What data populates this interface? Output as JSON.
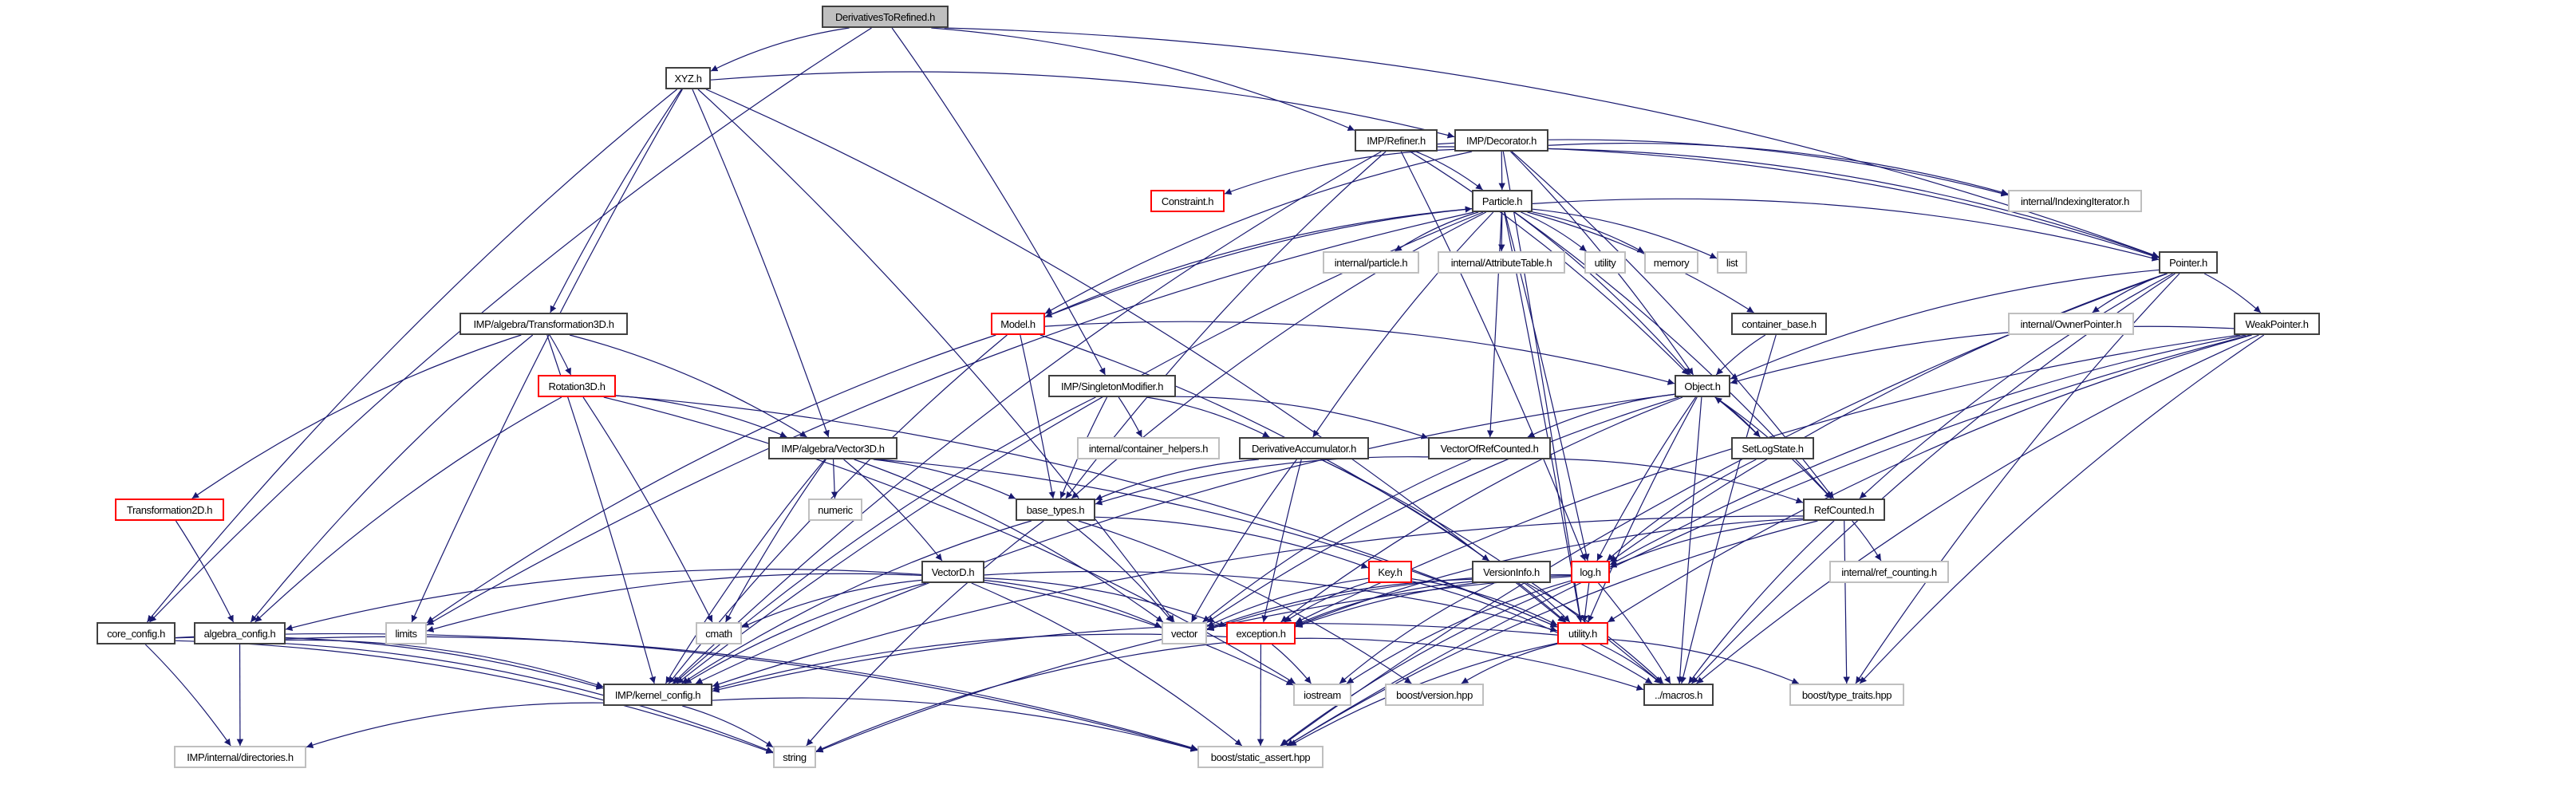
{
  "graph_title": "DerivativesToRefined.h",
  "colors": {
    "edge": "#191970",
    "main_fill": "#bfbfbf",
    "missing_border": "#ff0000",
    "external_border": "#bfbfbf"
  },
  "nodes": [
    {
      "id": "main",
      "label": "DerivativesToRefined.h",
      "kind": "main"
    },
    {
      "id": "xyz",
      "label": "XYZ.h",
      "kind": "normal"
    },
    {
      "id": "refiner",
      "label": "IMP/Refiner.h",
      "kind": "normal"
    },
    {
      "id": "decorator",
      "label": "IMP/Decorator.h",
      "kind": "normal"
    },
    {
      "id": "constraint",
      "label": "Constraint.h",
      "kind": "red"
    },
    {
      "id": "particle",
      "label": "Particle.h",
      "kind": "normal"
    },
    {
      "id": "indexing",
      "label": "internal/IndexingIterator.h",
      "kind": "external"
    },
    {
      "id": "int_particle",
      "label": "internal/particle.h",
      "kind": "external"
    },
    {
      "id": "attrtable",
      "label": "internal/AttributeTable.h",
      "kind": "external"
    },
    {
      "id": "utility_std",
      "label": "utility",
      "kind": "external"
    },
    {
      "id": "memory",
      "label": "memory",
      "kind": "external"
    },
    {
      "id": "list",
      "label": "list",
      "kind": "external"
    },
    {
      "id": "pointer",
      "label": "Pointer.h",
      "kind": "normal"
    },
    {
      "id": "transformation3d",
      "label": "IMP/algebra/Transformation3D.h",
      "kind": "normal"
    },
    {
      "id": "model",
      "label": "Model.h",
      "kind": "red"
    },
    {
      "id": "container_base",
      "label": "container_base.h",
      "kind": "normal"
    },
    {
      "id": "ownerpointer",
      "label": "internal/OwnerPointer.h",
      "kind": "external"
    },
    {
      "id": "weakpointer",
      "label": "WeakPointer.h",
      "kind": "normal"
    },
    {
      "id": "rotation3d",
      "label": "Rotation3D.h",
      "kind": "red"
    },
    {
      "id": "singletonmod",
      "label": "IMP/SingletonModifier.h",
      "kind": "normal"
    },
    {
      "id": "object",
      "label": "Object.h",
      "kind": "normal"
    },
    {
      "id": "vector3d",
      "label": "IMP/algebra/Vector3D.h",
      "kind": "normal"
    },
    {
      "id": "container_helpers",
      "label": "internal/container_helpers.h",
      "kind": "external"
    },
    {
      "id": "derivacc",
      "label": "DerivativeAccumulator.h",
      "kind": "normal"
    },
    {
      "id": "vorc",
      "label": "VectorOfRefCounted.h",
      "kind": "normal"
    },
    {
      "id": "setlogstate",
      "label": "SetLogState.h",
      "kind": "normal"
    },
    {
      "id": "transformation2d",
      "label": "Transformation2D.h",
      "kind": "red"
    },
    {
      "id": "numeric",
      "label": "numeric",
      "kind": "external"
    },
    {
      "id": "base_types",
      "label": "base_types.h",
      "kind": "normal"
    },
    {
      "id": "refcounted",
      "label": "RefCounted.h",
      "kind": "normal"
    },
    {
      "id": "vectord",
      "label": "VectorD.h",
      "kind": "normal"
    },
    {
      "id": "key",
      "label": "Key.h",
      "kind": "red"
    },
    {
      "id": "versioninfo",
      "label": "VersionInfo.h",
      "kind": "normal"
    },
    {
      "id": "log",
      "label": "log.h",
      "kind": "red"
    },
    {
      "id": "ref_counting",
      "label": "internal/ref_counting.h",
      "kind": "external"
    },
    {
      "id": "core_config",
      "label": "core_config.h",
      "kind": "normal"
    },
    {
      "id": "algebra_config",
      "label": "algebra_config.h",
      "kind": "normal"
    },
    {
      "id": "limits",
      "label": "limits",
      "kind": "external"
    },
    {
      "id": "cmath",
      "label": "cmath",
      "kind": "external"
    },
    {
      "id": "vector",
      "label": "vector",
      "kind": "external"
    },
    {
      "id": "exception",
      "label": "exception.h",
      "kind": "red"
    },
    {
      "id": "utility_h",
      "label": "utility.h",
      "kind": "red"
    },
    {
      "id": "kernel_config",
      "label": "IMP/kernel_config.h",
      "kind": "normal"
    },
    {
      "id": "iostream",
      "label": "iostream",
      "kind": "external"
    },
    {
      "id": "boost_version",
      "label": "boost/version.hpp",
      "kind": "external"
    },
    {
      "id": "macros",
      "label": "../macros.h",
      "kind": "normal"
    },
    {
      "id": "type_traits",
      "label": "boost/type_traits.hpp",
      "kind": "external"
    },
    {
      "id": "directories",
      "label": "IMP/internal/directories.h",
      "kind": "external"
    },
    {
      "id": "string",
      "label": "string",
      "kind": "external"
    },
    {
      "id": "static_assert",
      "label": "boost/static_assert.hpp",
      "kind": "external"
    }
  ],
  "edges": [
    [
      "main",
      "xyz"
    ],
    [
      "main",
      "refiner"
    ],
    [
      "main",
      "pointer"
    ],
    [
      "main",
      "core_config"
    ],
    [
      "main",
      "singletonmod"
    ],
    [
      "xyz",
      "decorator"
    ],
    [
      "xyz",
      "transformation3d"
    ],
    [
      "xyz",
      "vector3d"
    ],
    [
      "xyz",
      "core_config"
    ],
    [
      "xyz",
      "limits"
    ],
    [
      "xyz",
      "vector"
    ],
    [
      "xyz",
      "utility_h"
    ],
    [
      "refiner",
      "particle"
    ],
    [
      "refiner",
      "object"
    ],
    [
      "refiner",
      "base_types"
    ],
    [
      "refiner",
      "kernel_config"
    ],
    [
      "refiner",
      "indexing"
    ],
    [
      "refiner",
      "pointer"
    ],
    [
      "refiner",
      "log"
    ],
    [
      "decorator",
      "particle"
    ],
    [
      "decorator",
      "constraint"
    ],
    [
      "decorator",
      "model"
    ],
    [
      "decorator",
      "object"
    ],
    [
      "decorator",
      "pointer"
    ],
    [
      "decorator",
      "indexing"
    ],
    [
      "decorator",
      "utility_h"
    ],
    [
      "decorator",
      "refcounted"
    ],
    [
      "particle",
      "int_particle"
    ],
    [
      "particle",
      "attrtable"
    ],
    [
      "particle",
      "utility_std"
    ],
    [
      "particle",
      "memory"
    ],
    [
      "particle",
      "list"
    ],
    [
      "particle",
      "model"
    ],
    [
      "particle",
      "object"
    ],
    [
      "particle",
      "pointer"
    ],
    [
      "particle",
      "container_base"
    ],
    [
      "particle",
      "base_types"
    ],
    [
      "particle",
      "derivacc"
    ],
    [
      "particle",
      "vorc"
    ],
    [
      "particle",
      "refcounted"
    ],
    [
      "particle",
      "kernel_config"
    ],
    [
      "particle",
      "log"
    ],
    [
      "particle",
      "utility_h"
    ],
    [
      "particle",
      "limits"
    ],
    [
      "model",
      "particle"
    ],
    [
      "model",
      "object"
    ],
    [
      "model",
      "base_types"
    ],
    [
      "model",
      "kernel_config"
    ],
    [
      "model",
      "versioninfo"
    ],
    [
      "model",
      "limits"
    ],
    [
      "pointer",
      "object"
    ],
    [
      "pointer",
      "ownerpointer"
    ],
    [
      "pointer",
      "weakpointer"
    ],
    [
      "pointer",
      "refcounted"
    ],
    [
      "pointer",
      "type_traits"
    ],
    [
      "pointer",
      "macros"
    ],
    [
      "pointer",
      "static_assert"
    ],
    [
      "pointer",
      "log"
    ],
    [
      "weakpointer",
      "object"
    ],
    [
      "weakpointer",
      "log"
    ],
    [
      "weakpointer",
      "utility_h"
    ],
    [
      "weakpointer",
      "exception"
    ],
    [
      "weakpointer",
      "macros"
    ],
    [
      "weakpointer",
      "type_traits"
    ],
    [
      "weakpointer",
      "static_assert"
    ],
    [
      "container_base",
      "object"
    ],
    [
      "container_base",
      "macros"
    ],
    [
      "object",
      "vorc"
    ],
    [
      "object",
      "refcounted"
    ],
    [
      "object",
      "setlogstate"
    ],
    [
      "object",
      "log"
    ],
    [
      "object",
      "exception"
    ],
    [
      "object",
      "vector"
    ],
    [
      "object",
      "utility_h"
    ],
    [
      "object",
      "macros"
    ],
    [
      "object",
      "kernel_config"
    ],
    [
      "setlogstate",
      "object"
    ],
    [
      "setlogstate",
      "log"
    ],
    [
      "refcounted",
      "ref_counting"
    ],
    [
      "refcounted",
      "log"
    ],
    [
      "refcounted",
      "exception"
    ],
    [
      "refcounted",
      "type_traits"
    ],
    [
      "refcounted",
      "macros"
    ],
    [
      "refcounted",
      "static_assert"
    ],
    [
      "refcounted",
      "kernel_config"
    ],
    [
      "singletonmod",
      "container_helpers"
    ],
    [
      "singletonmod",
      "derivacc"
    ],
    [
      "singletonmod",
      "vorc"
    ],
    [
      "singletonmod",
      "base_types"
    ],
    [
      "singletonmod",
      "kernel_config"
    ],
    [
      "derivacc",
      "base_types"
    ],
    [
      "derivacc",
      "vector"
    ],
    [
      "derivacc",
      "utility_h"
    ],
    [
      "derivacc",
      "macros"
    ],
    [
      "derivacc",
      "exception"
    ],
    [
      "vorc",
      "refcounted"
    ],
    [
      "vorc",
      "base_types"
    ],
    [
      "vorc",
      "vector"
    ],
    [
      "base_types",
      "key"
    ],
    [
      "base_types",
      "vector"
    ],
    [
      "base_types",
      "string"
    ],
    [
      "base_types",
      "kernel_config"
    ],
    [
      "base_types",
      "boost_version"
    ],
    [
      "key",
      "exception"
    ],
    [
      "key",
      "vector"
    ],
    [
      "key",
      "utility_h"
    ],
    [
      "key",
      "macros"
    ],
    [
      "versioninfo",
      "exception"
    ],
    [
      "versioninfo",
      "iostream"
    ],
    [
      "versioninfo",
      "utility_h"
    ],
    [
      "versioninfo",
      "macros"
    ],
    [
      "versioninfo",
      "vector"
    ],
    [
      "log",
      "utility_h"
    ],
    [
      "log",
      "exception"
    ],
    [
      "log",
      "iostream"
    ],
    [
      "log",
      "string"
    ],
    [
      "log",
      "static_assert"
    ],
    [
      "log",
      "macros"
    ],
    [
      "log",
      "vector"
    ],
    [
      "utility_h",
      "macros"
    ],
    [
      "utility_h",
      "type_traits"
    ],
    [
      "utility_h",
      "boost_version"
    ],
    [
      "utility_h",
      "kernel_config"
    ],
    [
      "utility_h",
      "static_assert"
    ],
    [
      "exception",
      "iostream"
    ],
    [
      "exception",
      "static_assert"
    ],
    [
      "exception",
      "string"
    ],
    [
      "exception",
      "kernel_config"
    ],
    [
      "exception",
      "macros"
    ],
    [
      "transformation3d",
      "rotation3d"
    ],
    [
      "transformation3d",
      "vector3d"
    ],
    [
      "transformation3d",
      "transformation2d"
    ],
    [
      "transformation3d",
      "algebra_config"
    ],
    [
      "transformation3d",
      "kernel_config"
    ],
    [
      "rotation3d",
      "vector3d"
    ],
    [
      "rotation3d",
      "algebra_config"
    ],
    [
      "rotation3d",
      "cmath"
    ],
    [
      "rotation3d",
      "iostream"
    ],
    [
      "rotation3d",
      "utility_h"
    ],
    [
      "vector3d",
      "vectord"
    ],
    [
      "vector3d",
      "numeric"
    ],
    [
      "vector3d",
      "cmath"
    ],
    [
      "vector3d",
      "base_types"
    ],
    [
      "vector3d",
      "kernel_config"
    ],
    [
      "vector3d",
      "utility_h"
    ],
    [
      "vector3d",
      "vector"
    ],
    [
      "vectord",
      "algebra_config"
    ],
    [
      "vectord",
      "cmath"
    ],
    [
      "vectord",
      "limits"
    ],
    [
      "vectord",
      "vector"
    ],
    [
      "vectord",
      "exception"
    ],
    [
      "vectord",
      "utility_h"
    ],
    [
      "vectord",
      "static_assert"
    ],
    [
      "vectord",
      "kernel_config"
    ],
    [
      "vectord",
      "iostream"
    ],
    [
      "transformation2d",
      "algebra_config"
    ],
    [
      "algebra_config",
      "kernel_config"
    ],
    [
      "algebra_config",
      "directories"
    ],
    [
      "algebra_config",
      "string"
    ],
    [
      "algebra_config",
      "static_assert"
    ],
    [
      "core_config",
      "kernel_config"
    ],
    [
      "core_config",
      "directories"
    ],
    [
      "core_config",
      "string"
    ],
    [
      "core_config",
      "static_assert"
    ],
    [
      "kernel_config",
      "directories"
    ],
    [
      "kernel_config",
      "string"
    ],
    [
      "kernel_config",
      "static_assert"
    ]
  ]
}
